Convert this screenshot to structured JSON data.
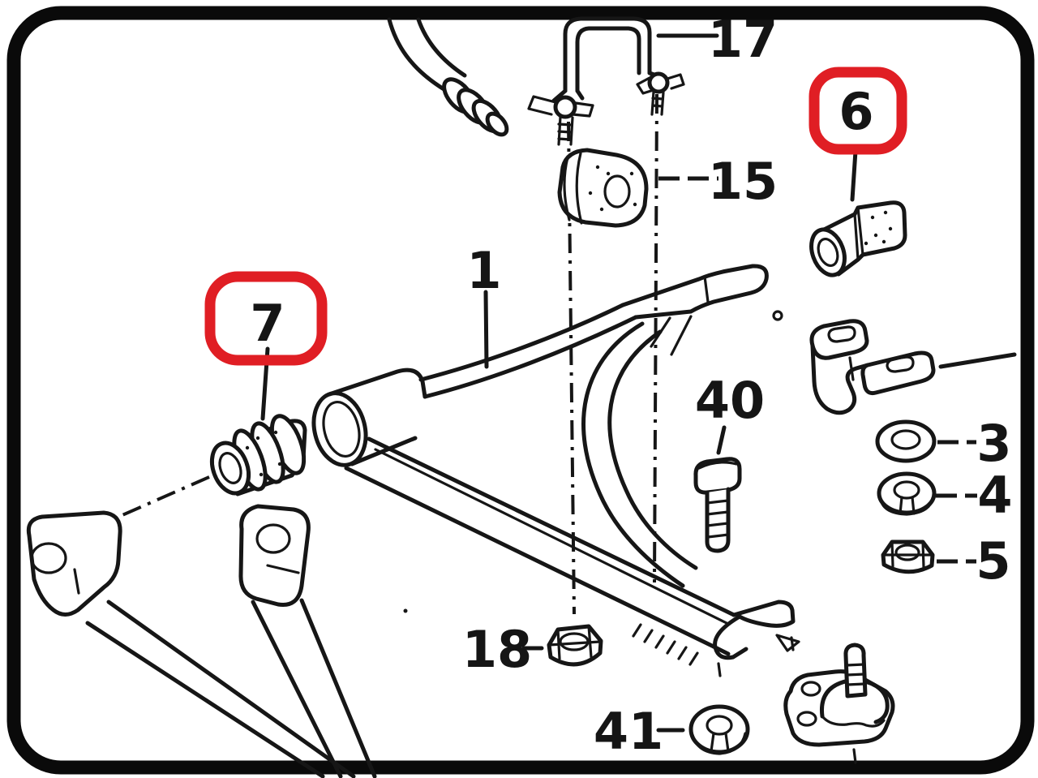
{
  "diagram": {
    "kind": "exploded-parts-diagram",
    "callouts": {
      "1": "1",
      "3": "3",
      "4": "4",
      "5": "5",
      "6": "6",
      "7": "7",
      "15": "15",
      "17": "17",
      "18": "18",
      "40": "40",
      "41": "41"
    },
    "highlighted_callouts": [
      "6",
      "7"
    ],
    "colors": {
      "ink": "#161616",
      "background": "#ffffff",
      "frame": "#0a0a0a",
      "highlight": "#e01e24"
    }
  }
}
